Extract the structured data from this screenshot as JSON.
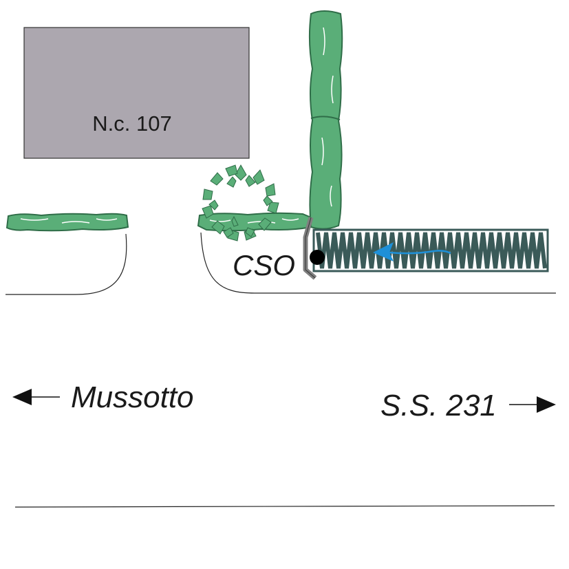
{
  "building": {
    "label": "N.c. 107"
  },
  "labels": {
    "cso": "CSO",
    "west_direction": "Mussotto",
    "east_direction": "S.S. 231"
  },
  "colors": {
    "building_fill": "#aca7af",
    "hedge": "#5aae78",
    "hedge_dark": "#2f6d48",
    "channel": "#3a5a58",
    "wall": "#808080",
    "flow_arrow": "#1e90d8",
    "line": "#222222"
  },
  "icons": {
    "flow": "arrow-left-icon",
    "west": "arrow-left-icon",
    "east": "arrow-right-icon",
    "outfall": "circle-dot-icon",
    "tree": "tree-icon"
  }
}
